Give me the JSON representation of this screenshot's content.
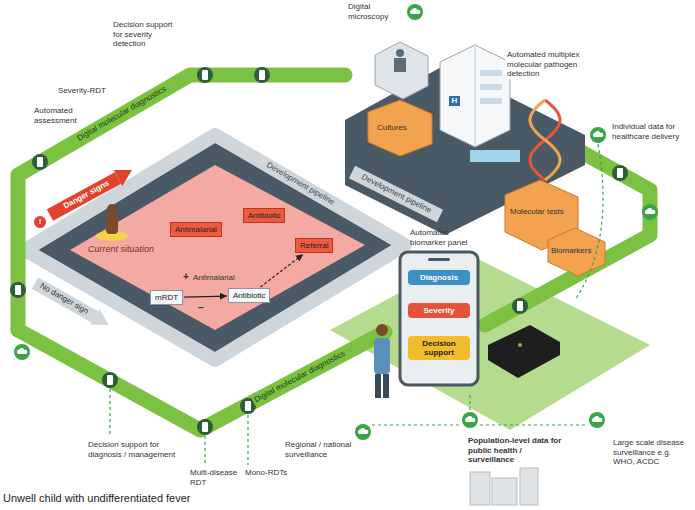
{
  "diagram": {
    "nodes": [
      {
        "text": [
          "Current situation"
        ]
      },
      {
        "text": [
          "Antimalarial"
        ],
        "in": 0
      },
      {
        "text": [
          "Antibiotic"
        ],
        "in": 0
      },
      {
        "text": [
          "Referral"
        ],
        "in": 0
      },
      {
        "text": [
          "mRDT"
        ],
        "in": 0
      },
      {
        "text": [
          "Antibiotic"
        ],
        "in": 0
      },
      {
        "text": [
          "Diagnosis"
        ]
      },
      {
        "text": [
          "Severity"
        ]
      },
      {
        "text": [
          "Decision support"
        ]
      }
    ],
    "edges": [
      {
        "from": 4,
        "to": 5,
        "arrow": "to"
      },
      {
        "from": 5,
        "to": 3,
        "arrow": "to"
      }
    ],
    "labels": [
      "Digital microscopy",
      "Decision support for severity detection",
      "Severity-RDT",
      "Automated assessment",
      "Digital molecular diagnostics",
      "!",
      "Danger signs",
      "No danger sign",
      "Development pipeline",
      "Development pipeline",
      "+",
      "Antimalarial",
      "−",
      "Cultures",
      "H",
      "Molecular tests",
      "Biomarkers",
      "Automated multiplex molecular pathogen detection",
      "Individual data for healthcare delivery",
      "Automated biomarker panel",
      "Digital molecular diagnostics",
      "Regional / national surveillance",
      "Population-level data for public health / surveillance",
      "Large scale disease surveillance e.g. WHO, ACDC",
      "Decision support for diagnosis / management",
      "Multi-disease RDT",
      "Mono-RDTs",
      "Unwell child with undifferentiated fever"
    ]
  }
}
